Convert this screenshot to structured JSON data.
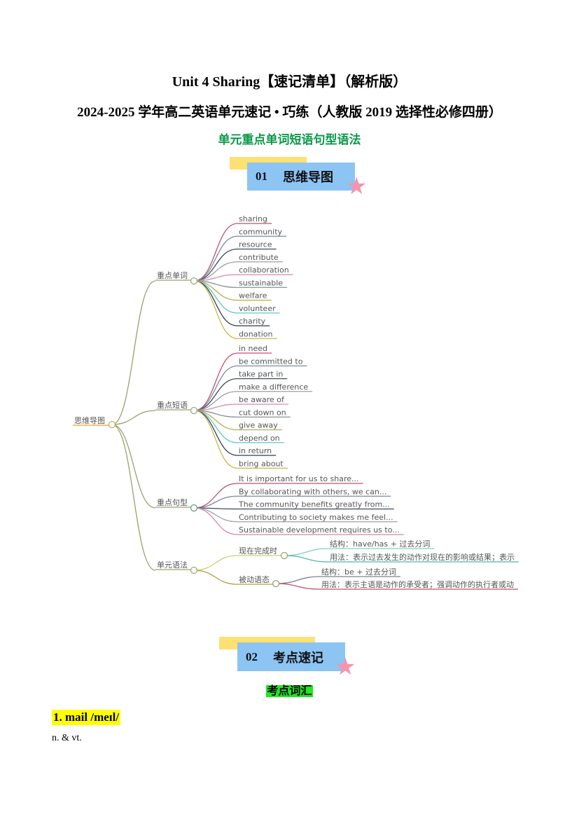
{
  "header": {
    "title": "Unit 4 Sharing【速记清单】（解析版）",
    "subtitle": "2024-2025 学年高二英语单元速记 • 巧练（人教版 2019 选择性必修四册）",
    "section_caption": "单元重点单词短语句型语法"
  },
  "sections": [
    {
      "num": "01",
      "label": "思维导图"
    },
    {
      "num": "02",
      "label": "考点速记"
    }
  ],
  "mindmap": {
    "root": "思维导图",
    "branches": [
      {
        "label": "重点单词",
        "items": [
          "sharing",
          "community",
          "resource",
          "contribute",
          "collaboration",
          "sustainable",
          "welfare",
          "volunteer",
          "charity",
          "donation"
        ]
      },
      {
        "label": "重点短语",
        "items": [
          "in need",
          "be committed to",
          "take part in",
          "make a difference",
          "be aware of",
          "cut down on",
          "give away",
          "depend on",
          "in return",
          "bring about"
        ]
      },
      {
        "label": "重点句型",
        "items": [
          "It is important for us to share...",
          "By collaborating with others, we can...",
          "The community benefits greatly from...",
          "Contributing to society makes me feel...",
          "Sustainable development requires us to..."
        ]
      },
      {
        "label": "单元语法",
        "children": [
          {
            "label": "现在完成时",
            "items": [
              "结构：have/has + 过去分词",
              "用法：表示过去发生的动作对现在的影响或结果；表示"
            ]
          },
          {
            "label": "被动语态",
            "items": [
              "结构：be + 过去分词",
              "用法：表示主语是动作的承受者；强调动作的执行者或动"
            ]
          }
        ]
      }
    ]
  },
  "vocab": {
    "heading": "考点词汇",
    "entry": "1. mail   /meɪl/",
    "pos": "n.  &  vt."
  }
}
